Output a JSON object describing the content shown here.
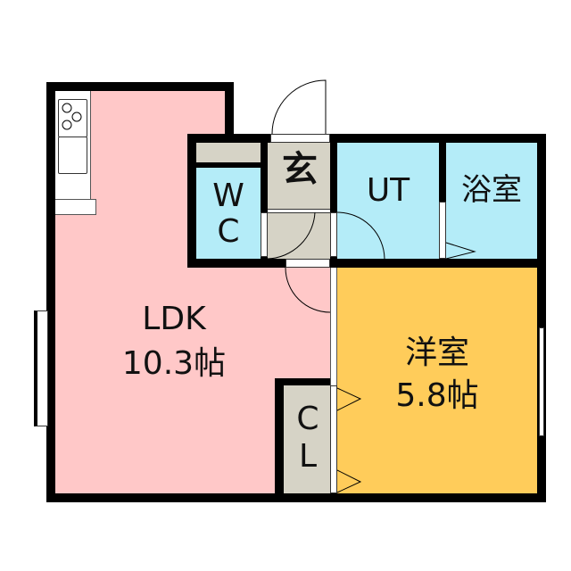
{
  "floorplan": {
    "colors": {
      "ldk": "#ffc8c8",
      "wet": "#b4ecf8",
      "western": "#ffcc5a",
      "storage": "#d6d3c6",
      "wall": "#000000",
      "fixture": "#ffffff"
    },
    "rooms": {
      "ldk": {
        "name": "LDK",
        "size": "10.3帖"
      },
      "western": {
        "name": "洋室",
        "size": "5.8帖"
      },
      "wc": {
        "line1": "W",
        "line2": "C"
      },
      "entrance": {
        "name": "玄"
      },
      "utility": {
        "name": "UT"
      },
      "bath": {
        "name": "浴室"
      },
      "closet": {
        "line1": "C",
        "line2": "L"
      }
    },
    "fixtures": [
      "kitchen-stove",
      "kitchen-sink",
      "counter",
      "window-ldk-west",
      "window-western-east",
      "entrance-door",
      "bath-folding-door",
      "closet-folding-door"
    ]
  }
}
